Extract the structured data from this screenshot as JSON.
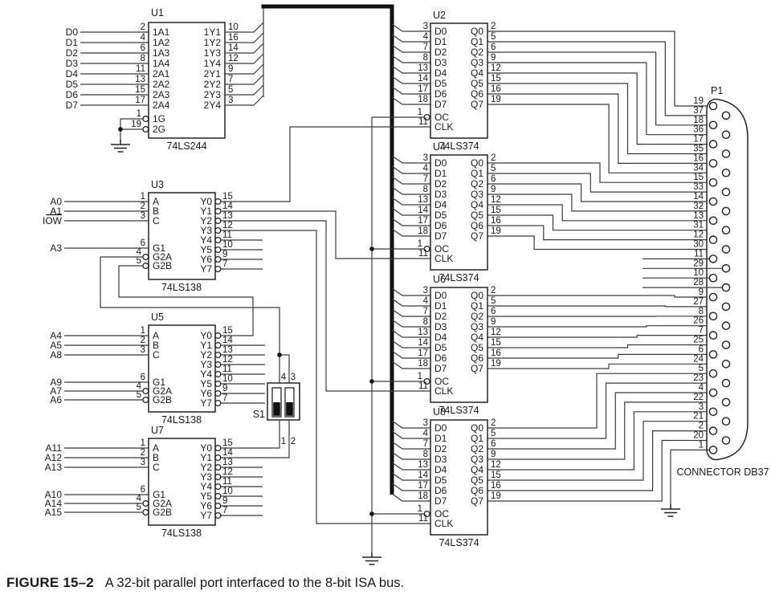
{
  "figure_caption": {
    "tag": "FIGURE 15–2",
    "text": "A 32-bit parallel port interfaced to the 8-bit ISA bus."
  },
  "buffer": {
    "ref": "U1",
    "part": "74LS244",
    "inputs": [
      {
        "signal": "D0",
        "pin": "2",
        "name": "1A1"
      },
      {
        "signal": "D1",
        "pin": "4",
        "name": "1A2"
      },
      {
        "signal": "D2",
        "pin": "6",
        "name": "1A3"
      },
      {
        "signal": "D3",
        "pin": "8",
        "name": "1A4"
      },
      {
        "signal": "D4",
        "pin": "11",
        "name": "2A1"
      },
      {
        "signal": "D5",
        "pin": "13",
        "name": "2A2"
      },
      {
        "signal": "D6",
        "pin": "15",
        "name": "2A3"
      },
      {
        "signal": "D7",
        "pin": "17",
        "name": "2A4"
      }
    ],
    "enables": [
      {
        "pin": "1",
        "name": "1G"
      },
      {
        "pin": "19",
        "name": "2G"
      }
    ],
    "outputs": [
      {
        "pin": "10",
        "name": "1Y1"
      },
      {
        "pin": "16",
        "name": "1Y2"
      },
      {
        "pin": "14",
        "name": "1Y3"
      },
      {
        "pin": "12",
        "name": "1Y4"
      },
      {
        "pin": "9",
        "name": "2Y1"
      },
      {
        "pin": "7",
        "name": "2Y2"
      },
      {
        "pin": "5",
        "name": "2Y3"
      },
      {
        "pin": "3",
        "name": "2Y4"
      }
    ]
  },
  "decoders": [
    {
      "ref": "U3",
      "part": "74LS138",
      "inputs": [
        {
          "signal": "A0",
          "pin": "1",
          "name": "A",
          "overline": false
        },
        {
          "signal": "A1",
          "pin": "2",
          "name": "B",
          "overline": false
        },
        {
          "signal": "IOW",
          "pin": "3",
          "name": "C",
          "overline": true
        },
        {
          "signal": "A3",
          "pin": "6",
          "name": "G1",
          "overline": false
        },
        {
          "signal": "",
          "pin": "4",
          "name": "G2A",
          "overline": false
        },
        {
          "signal": "",
          "pin": "5",
          "name": "G2B",
          "overline": false
        }
      ],
      "outputs": [
        {
          "pin": "15",
          "name": "Y0"
        },
        {
          "pin": "14",
          "name": "Y1"
        },
        {
          "pin": "13",
          "name": "Y2"
        },
        {
          "pin": "12",
          "name": "Y3"
        },
        {
          "pin": "11",
          "name": "Y4"
        },
        {
          "pin": "10",
          "name": "Y5"
        },
        {
          "pin": "9",
          "name": "Y6"
        },
        {
          "pin": "7",
          "name": "Y7"
        }
      ]
    },
    {
      "ref": "U5",
      "part": "74LS138",
      "inputs": [
        {
          "signal": "A4",
          "pin": "1",
          "name": "A",
          "overline": false
        },
        {
          "signal": "A5",
          "pin": "2",
          "name": "B",
          "overline": false
        },
        {
          "signal": "A8",
          "pin": "3",
          "name": "C",
          "overline": false
        },
        {
          "signal": "A9",
          "pin": "6",
          "name": "G1",
          "overline": false
        },
        {
          "signal": "A7",
          "pin": "4",
          "name": "G2A",
          "overline": false
        },
        {
          "signal": "A6",
          "pin": "5",
          "name": "G2B",
          "overline": false
        }
      ],
      "outputs": [
        {
          "pin": "15",
          "name": "Y0"
        },
        {
          "pin": "14",
          "name": "Y1"
        },
        {
          "pin": "13",
          "name": "Y2"
        },
        {
          "pin": "12",
          "name": "Y3"
        },
        {
          "pin": "11",
          "name": "Y4"
        },
        {
          "pin": "10",
          "name": "Y5"
        },
        {
          "pin": "9",
          "name": "Y6"
        },
        {
          "pin": "7",
          "name": "Y7"
        }
      ]
    },
    {
      "ref": "U7",
      "part": "74LS138",
      "inputs": [
        {
          "signal": "A11",
          "pin": "1",
          "name": "A",
          "overline": false
        },
        {
          "signal": "A12",
          "pin": "2",
          "name": "B",
          "overline": false
        },
        {
          "signal": "A13",
          "pin": "3",
          "name": "C",
          "overline": false
        },
        {
          "signal": "A10",
          "pin": "6",
          "name": "G1",
          "overline": false
        },
        {
          "signal": "A14",
          "pin": "4",
          "name": "G2A",
          "overline": false
        },
        {
          "signal": "A15",
          "pin": "5",
          "name": "G2B",
          "overline": false
        }
      ],
      "outputs": [
        {
          "pin": "15",
          "name": "Y0"
        },
        {
          "pin": "14",
          "name": "Y1"
        },
        {
          "pin": "13",
          "name": "Y2"
        },
        {
          "pin": "12",
          "name": "Y3"
        },
        {
          "pin": "11",
          "name": "Y4"
        },
        {
          "pin": "10",
          "name": "Y5"
        },
        {
          "pin": "9",
          "name": "Y6"
        },
        {
          "pin": "7",
          "name": "Y7"
        }
      ]
    }
  ],
  "latches": [
    {
      "ref": "U2",
      "part": "74LS374",
      "targets": [
        19,
        37,
        18,
        36,
        17,
        35,
        16,
        34
      ]
    },
    {
      "ref": "U4",
      "part": "74LS374",
      "targets": [
        15,
        33,
        14,
        32,
        13,
        31,
        12,
        30
      ]
    },
    {
      "ref": "U6",
      "part": "74LS374",
      "targets": [
        9,
        27,
        8,
        26,
        7,
        25,
        6,
        24
      ]
    },
    {
      "ref": "U8",
      "part": "74LS374",
      "targets": [
        5,
        23,
        4,
        22,
        3,
        21,
        2,
        20
      ]
    }
  ],
  "latch_pins": {
    "d_names": [
      "D0",
      "D1",
      "D2",
      "D3",
      "D4",
      "D5",
      "D6",
      "D7"
    ],
    "d_pins": [
      "3",
      "4",
      "7",
      "8",
      "13",
      "14",
      "17",
      "18"
    ],
    "q_names": [
      "Q0",
      "Q1",
      "Q2",
      "Q3",
      "Q4",
      "Q5",
      "Q6",
      "Q7"
    ],
    "q_pins": [
      "2",
      "5",
      "6",
      "9",
      "12",
      "15",
      "16",
      "19"
    ],
    "oc_name": "OC",
    "oc_pin": "1",
    "clk_name": "CLK",
    "clk_pin": "11"
  },
  "dip_switch": {
    "ref": "S1",
    "top_pins": [
      "4",
      "3"
    ],
    "bottom_pins": [
      "1",
      "2"
    ]
  },
  "connector": {
    "ref": "P1",
    "label": "CONNECTOR DB37",
    "pin_order": [
      19,
      37,
      18,
      36,
      17,
      35,
      16,
      34,
      15,
      33,
      14,
      32,
      13,
      31,
      12,
      30,
      11,
      29,
      10,
      28,
      9,
      27,
      8,
      26,
      7,
      25,
      6,
      24,
      5,
      23,
      4,
      22,
      3,
      21,
      2,
      20,
      1
    ],
    "unconnected_pins": [
      11,
      29,
      10,
      28
    ],
    "grounded_pin": 1
  }
}
